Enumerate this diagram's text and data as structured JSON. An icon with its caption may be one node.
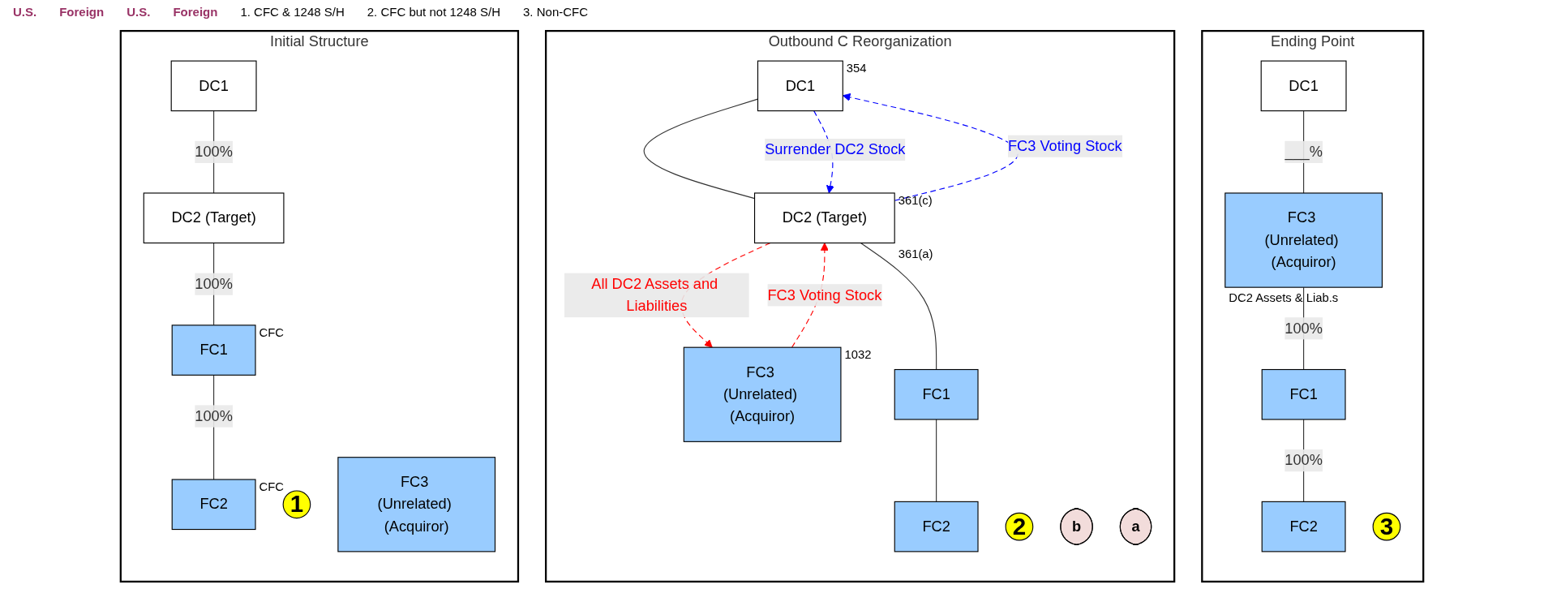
{
  "diagram": {
    "nodes": [
      {
        "text": [
          "Initial Structure"
        ]
      },
      {
        "text": [
          "DC1"
        ],
        "in": 0
      },
      {
        "text": [
          "1"
        ],
        "in": 0
      },
      {
        "text": [
          "DC2 (Target)"
        ],
        "in": 0
      },
      {
        "text": [
          "FC1"
        ],
        "in": 0,
        "beside": [
          "CFC"
        ]
      },
      {
        "text": [
          "FC3 (Unrelated) (Acquiror)"
        ],
        "in": 0
      },
      {
        "text": [
          "FC2"
        ],
        "in": 0,
        "beside": [
          "CFC"
        ]
      },
      {
        "text": [
          "Outbound C Reorganization"
        ]
      },
      {
        "text": [
          "DC1"
        ],
        "in": 7,
        "beside": [
          "354"
        ]
      },
      {
        "text": [
          "2"
        ],
        "in": 7
      },
      {
        "text": [
          "b"
        ],
        "in": 7
      },
      {
        "text": [
          "DC2 (Target)"
        ],
        "in": 7,
        "beside": [
          "361(c)",
          "361(a)"
        ]
      },
      {
        "text": [
          "FC3 (Unrelated) (Acquiror)"
        ],
        "in": 7,
        "beside": [
          "1032"
        ]
      },
      {
        "text": [
          "a"
        ],
        "in": 7
      },
      {
        "text": [
          "FC1"
        ],
        "in": 7
      },
      {
        "text": [
          "FC2"
        ],
        "in": 7
      },
      {
        "text": [
          "Ending Point"
        ]
      },
      {
        "text": [
          "DC1"
        ],
        "in": 16
      },
      {
        "text": [
          "3"
        ],
        "in": 16
      },
      {
        "text": [
          "FC3 (Unrelated) (Acquiror)"
        ],
        "in": 16,
        "beside": [
          "DC2 Assets & Liab.s"
        ]
      },
      {
        "text": [
          "FC1"
        ],
        "in": 16
      },
      {
        "text": [
          "FC2"
        ],
        "in": 16
      }
    ],
    "edges": [
      {
        "from": 1,
        "to": 3,
        "arrow": "none",
        "label": "100%"
      },
      {
        "from": 3,
        "to": 4,
        "arrow": "none",
        "label": "100%"
      },
      {
        "from": 4,
        "to": 6,
        "arrow": "none",
        "label": "100%"
      },
      {
        "from": 8,
        "to": 11,
        "arrow": "none"
      },
      {
        "from": 12,
        "to": 11,
        "arrow": "to",
        "label": "FC3 Voting Stock",
        "style": "dashed",
        "color": "#ff0000"
      },
      {
        "from": 11,
        "to": 12,
        "arrow": "to",
        "label": "All DC2 Assets and Liabilities",
        "style": "dashed",
        "color": "#ff0000"
      },
      {
        "from": 11,
        "to": 8,
        "arrow": "to",
        "label": "FC3 Voting Stock",
        "style": "dashed",
        "color": "#0000ff"
      },
      {
        "from": 8,
        "to": 11,
        "arrow": "to",
        "label": "Surrender DC2 Stock",
        "style": "dashed",
        "color": "#0000ff"
      },
      {
        "from": 11,
        "to": 14,
        "arrow": "none"
      },
      {
        "from": 14,
        "to": 15,
        "arrow": "none"
      },
      {
        "from": 17,
        "to": 19,
        "arrow": "none",
        "label": "___%"
      },
      {
        "from": 19,
        "to": 20,
        "arrow": "none",
        "label": "100%"
      },
      {
        "from": 20,
        "to": 21,
        "arrow": "none",
        "label": "100%"
      }
    ],
    "labels": [
      "U.S.",
      "Foreign",
      "U.S.",
      "Foreign",
      "1. CFC & 1248 S/H",
      "2. CFC but not 1248 S/H",
      "3. Non-CFC"
    ]
  }
}
